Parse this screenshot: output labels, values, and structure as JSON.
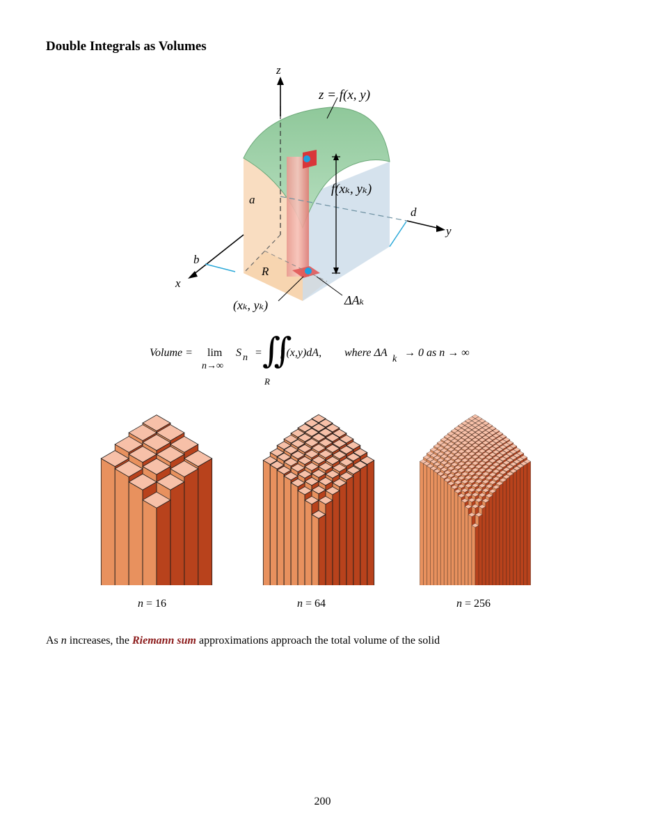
{
  "heading": "Double Integrals as Volumes",
  "figure": {
    "surface_label": "z = f(x, y)",
    "axis_z": "z",
    "axis_x": "x",
    "axis_y": "y",
    "label_a": "a",
    "label_b": "b",
    "label_d": "d",
    "label_R": "R",
    "height_label": "f(xₖ, yₖ)",
    "point_label": "(xₖ, yₖ)",
    "area_label": "ΔAₖ"
  },
  "formula": {
    "volume": "Volume =",
    "lim": "lim",
    "lim_sub": "n→∞",
    "S": "S",
    "S_sub": "n",
    "eq": "=",
    "integral": "∬",
    "integral_sub": "R",
    "integrand": "f (x,y)dA,",
    "where": "where ΔA",
    "where_sub": "k",
    "tail": "→ 0 as n → ∞"
  },
  "captions": [
    {
      "var": "n",
      "rest": " = 16",
      "n": 16
    },
    {
      "var": "n",
      "rest": " = 64",
      "n": 64
    },
    {
      "var": "n",
      "rest": " = 256",
      "n": 256
    }
  ],
  "bottom": {
    "pre": "As ",
    "n": "n",
    "mid": " increases, the ",
    "rs": "Riemann sum",
    "post": " approximations approach the total volume of the solid"
  },
  "page_number": "200"
}
